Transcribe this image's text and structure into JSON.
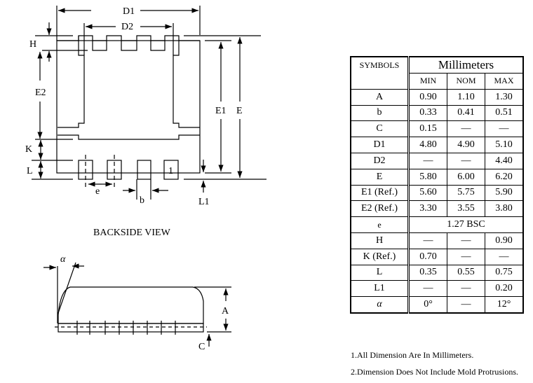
{
  "drawing": {
    "labels": {
      "D1": "D1",
      "D2": "D2",
      "H": "H",
      "E2": "E2",
      "E1": "E1",
      "E": "E",
      "K": "K",
      "L": "L",
      "L1": "L1",
      "e": "e",
      "b": "b",
      "pin1": "1",
      "alpha": "α",
      "A": "A",
      "C": "C"
    },
    "caption": "BACKSIDE VIEW"
  },
  "table": {
    "symbols_header": "SYMBOLS",
    "unit_header": "Millimeters",
    "columns": [
      "MIN",
      "NOM",
      "MAX"
    ],
    "rows": [
      {
        "symbol": "A",
        "min": "0.90",
        "nom": "1.10",
        "max": "1.30"
      },
      {
        "symbol": "b",
        "min": "0.33",
        "nom": "0.41",
        "max": "0.51"
      },
      {
        "symbol": "C",
        "min": "0.15",
        "nom": "—",
        "max": "—"
      },
      {
        "symbol": "D1",
        "min": "4.80",
        "nom": "4.90",
        "max": "5.10"
      },
      {
        "symbol": "D2",
        "min": "—",
        "nom": "—",
        "max": "4.40"
      },
      {
        "symbol": "E",
        "min": "5.80",
        "nom": "6.00",
        "max": "6.20"
      },
      {
        "symbol": "E1 (Ref.)",
        "min": "5.60",
        "nom": "5.75",
        "max": "5.90"
      },
      {
        "symbol": "E2 (Ref.)",
        "min": "3.30",
        "nom": "3.55",
        "max": "3.80"
      },
      {
        "symbol": "e",
        "span": "1.27 BSC"
      },
      {
        "symbol": "H",
        "min": "—",
        "nom": "—",
        "max": "0.90"
      },
      {
        "symbol": "K (Ref.)",
        "min": "0.70",
        "nom": "—",
        "max": "—"
      },
      {
        "symbol": "L",
        "min": "0.35",
        "nom": "0.55",
        "max": "0.75"
      },
      {
        "symbol": "L1",
        "min": "—",
        "nom": "—",
        "max": "0.20"
      },
      {
        "symbol": "α",
        "min": "0°",
        "nom": "—",
        "max": "12°"
      }
    ]
  },
  "notes": [
    "1.All Dimension Are In Millimeters.",
    "2.Dimension Does Not Include Mold Protrusions."
  ]
}
